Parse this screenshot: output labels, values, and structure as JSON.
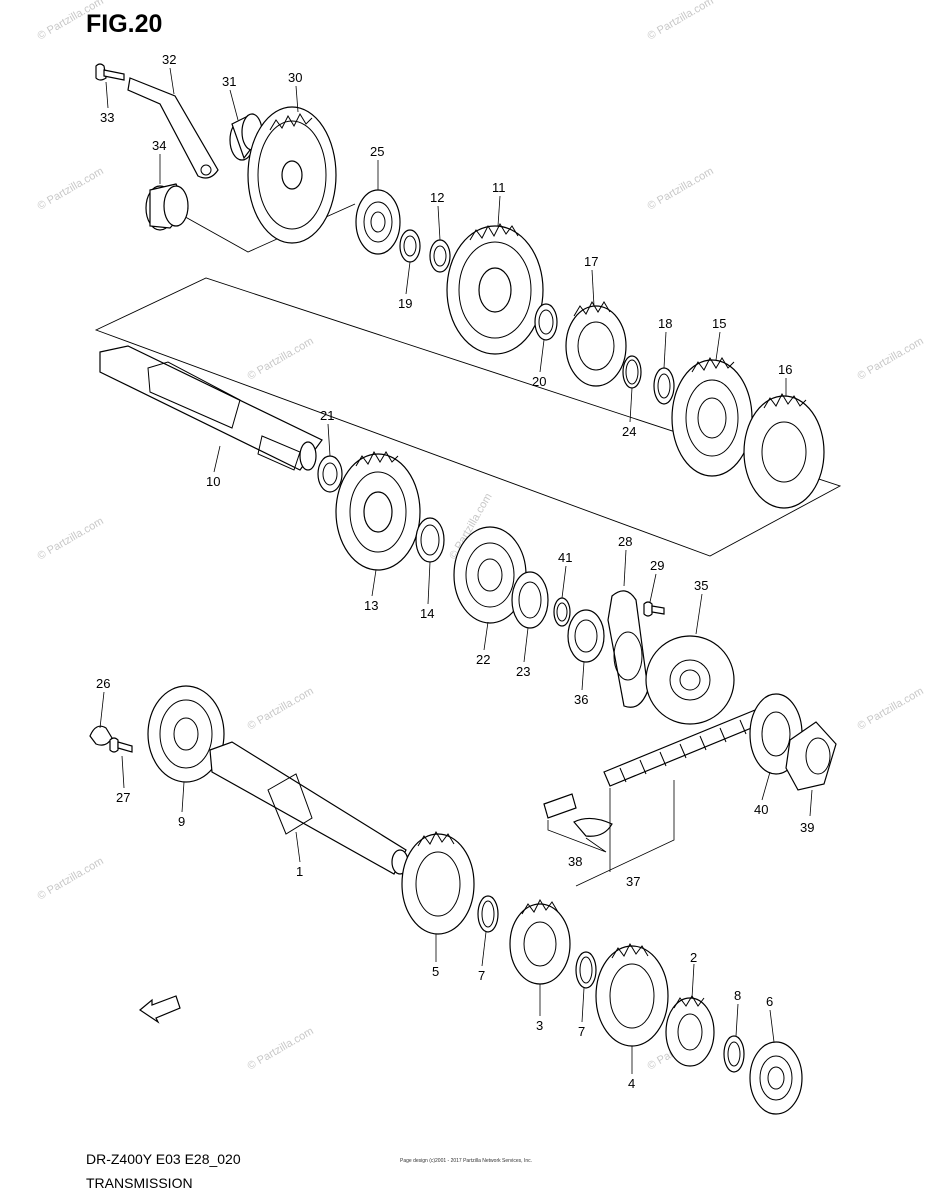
{
  "figure": {
    "title": "FIG.20",
    "model": "DR-Z400Y E03 E28_020",
    "section": "TRANSMISSION",
    "watermark": "© Partzilla.com",
    "fine_print": "Page design (c)2001 - 2017 Partzilla Network Services, Inc."
  },
  "callouts": [
    "1",
    "2",
    "3",
    "4",
    "5",
    "6",
    "7",
    "7",
    "8",
    "9",
    "10",
    "11",
    "12",
    "13",
    "14",
    "15",
    "16",
    "17",
    "18",
    "19",
    "20",
    "21",
    "22",
    "23",
    "24",
    "25",
    "26",
    "27",
    "28",
    "29",
    "30",
    "31",
    "32",
    "33",
    "34",
    "35",
    "36",
    "37",
    "38",
    "39",
    "40",
    "41"
  ]
}
